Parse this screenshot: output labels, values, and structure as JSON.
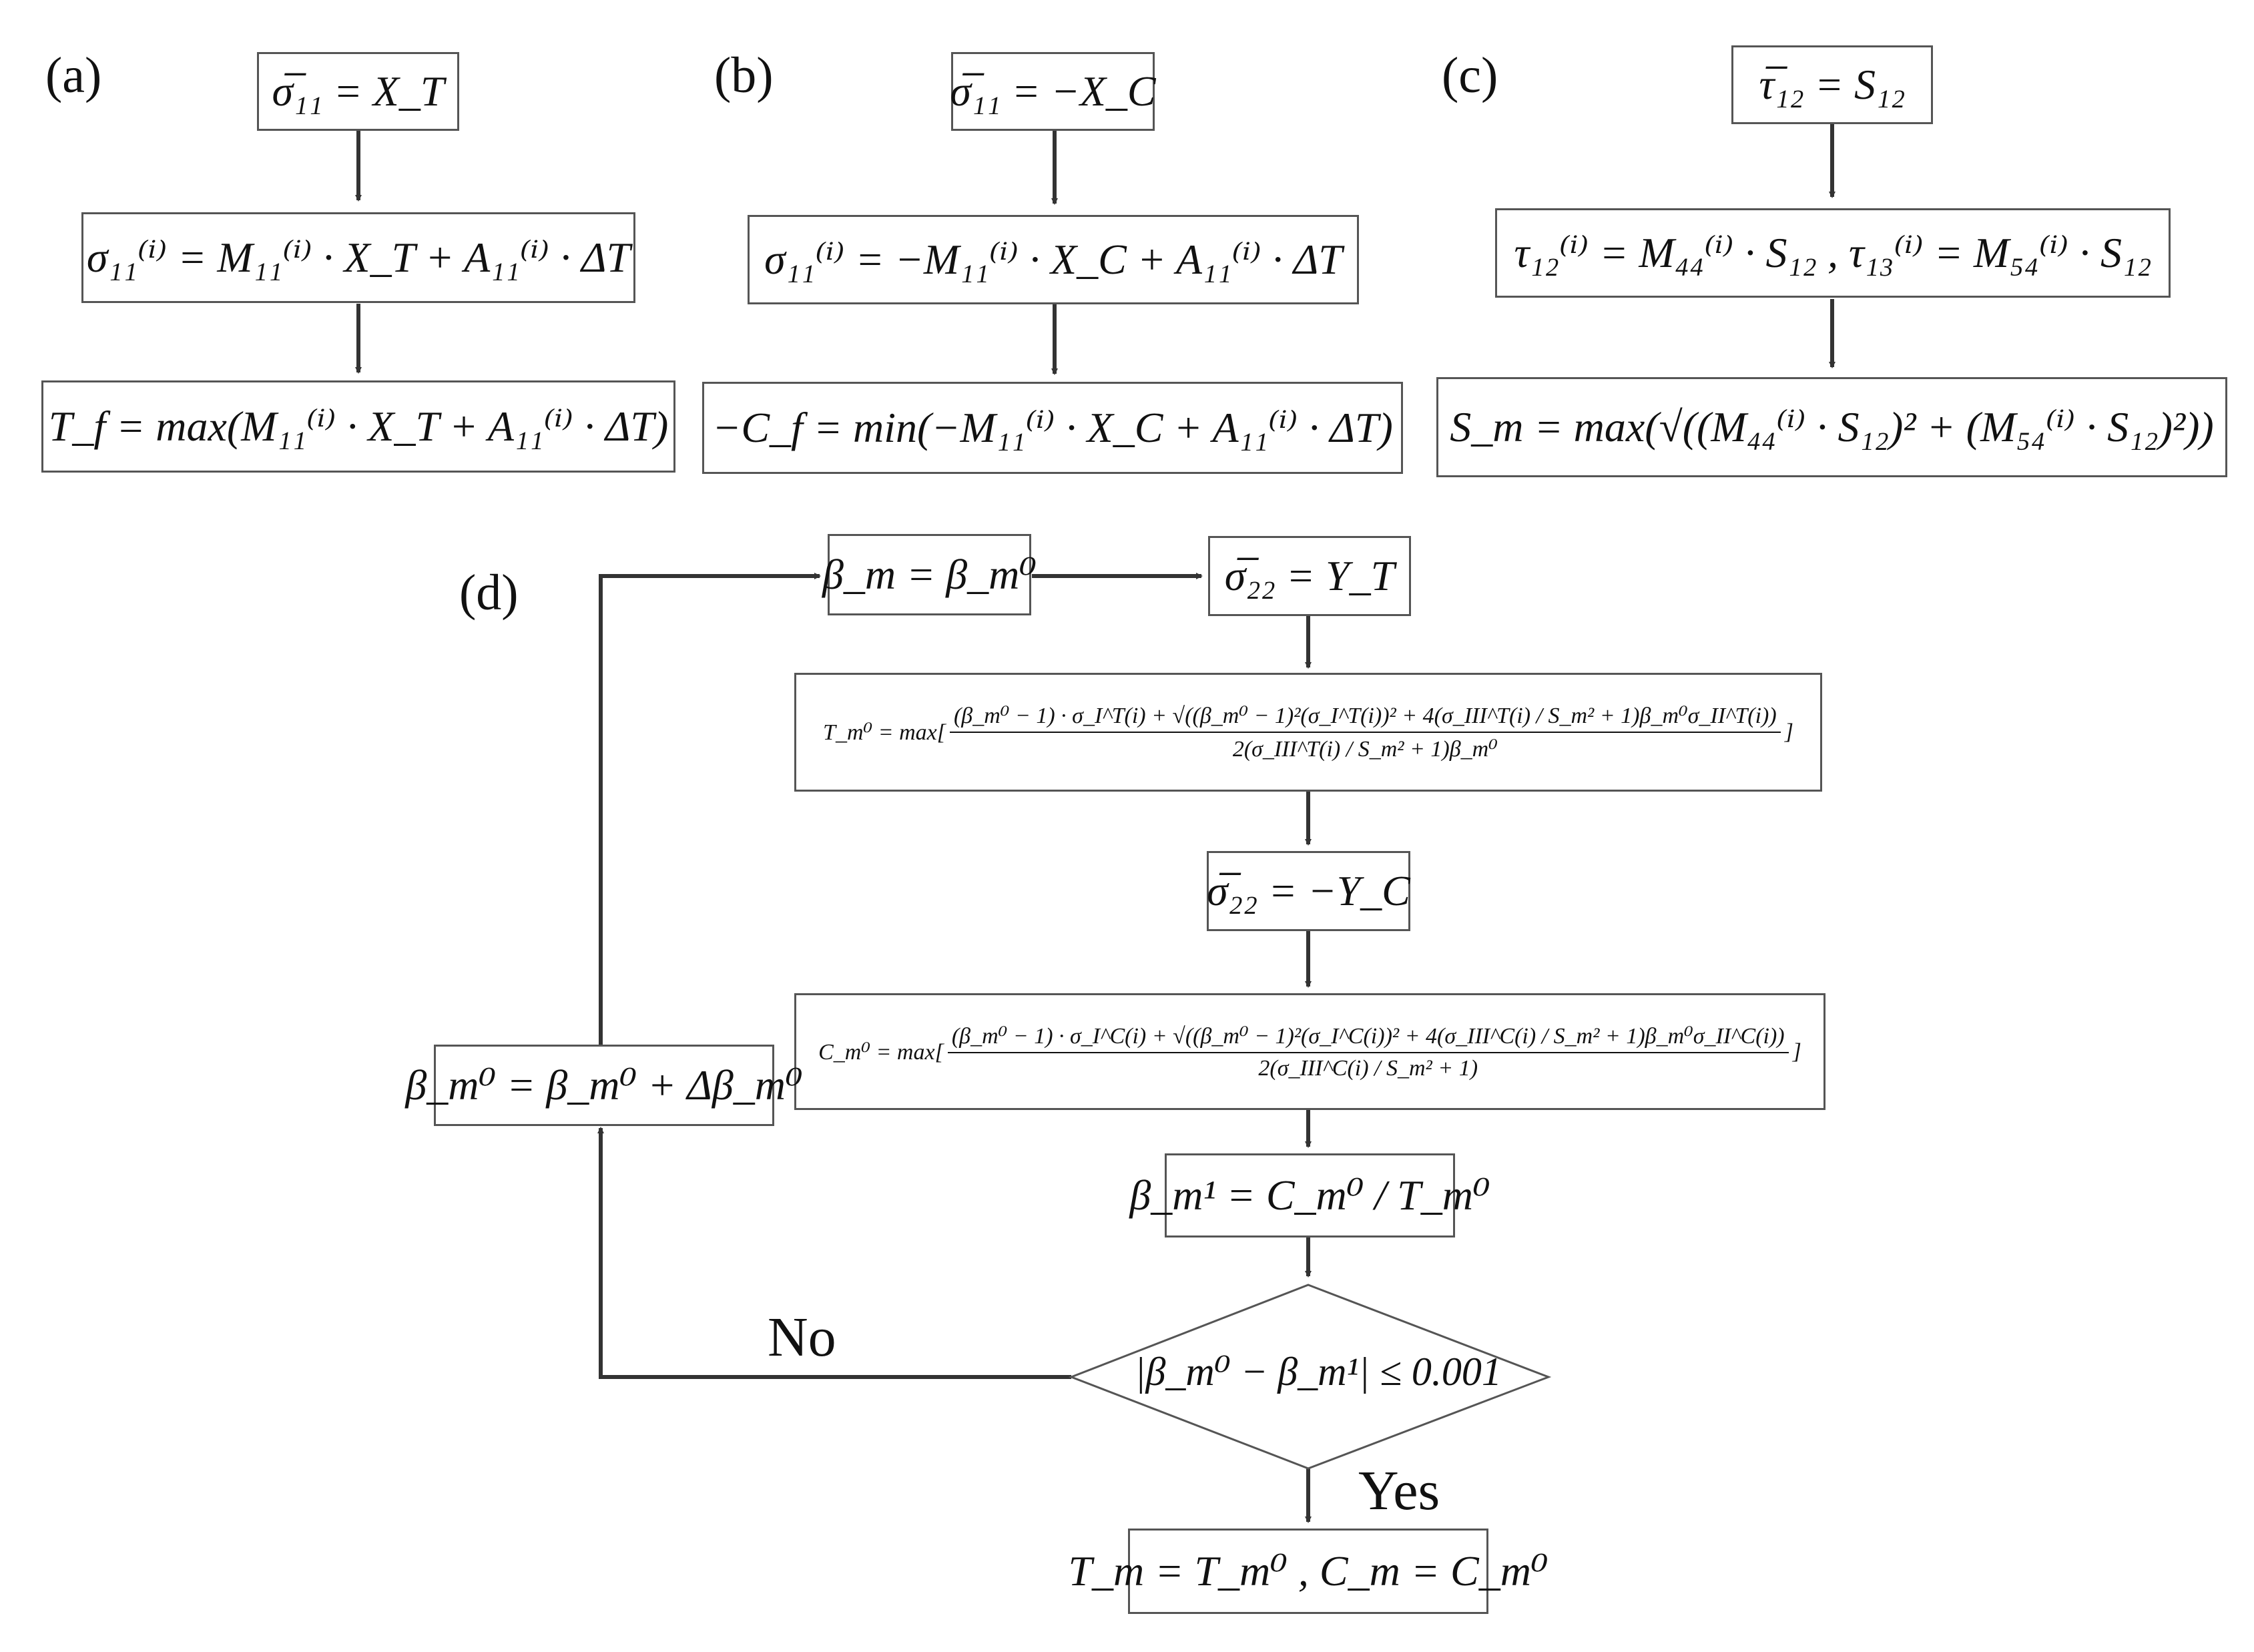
{
  "panels": {
    "a": {
      "label": "(a)",
      "box1": "σ̅₁₁ = X_T",
      "box2": "σ₁₁⁽ⁱ⁾ = M₁₁⁽ⁱ⁾ · X_T + A₁₁⁽ⁱ⁾ · ΔT",
      "box3": "T_f = max(M₁₁⁽ⁱ⁾ · X_T + A₁₁⁽ⁱ⁾ · ΔT)"
    },
    "b": {
      "label": "(b)",
      "box1": "σ̅₁₁ = −X_C",
      "box2": "σ₁₁⁽ⁱ⁾ = −M₁₁⁽ⁱ⁾ · X_C + A₁₁⁽ⁱ⁾ · ΔT",
      "box3": "−C_f = min(−M₁₁⁽ⁱ⁾ · X_C + A₁₁⁽ⁱ⁾ · ΔT)"
    },
    "c": {
      "label": "(c)",
      "box1": "τ̅₁₂ = S₁₂",
      "box2": "τ₁₂⁽ⁱ⁾ = M₄₄⁽ⁱ⁾ · S₁₂ , τ₁₃⁽ⁱ⁾ = M₅₄⁽ⁱ⁾ · S₁₂",
      "box3": "S_m = max(√((M₄₄⁽ⁱ⁾ · S₁₂)² + (M₅₄⁽ⁱ⁾ · S₁₂)²))"
    },
    "d": {
      "label": "(d)",
      "init": "β_m = β_m⁰",
      "sigma_t": "σ̅₂₂ = Y_T",
      "tm_prefix": "T_m⁰ = max[",
      "tm_num": "(β_m⁰ − 1) · σ_I^T(i) + √((β_m⁰ − 1)²(σ_I^T(i))² + 4(σ_III^T(i) / S_m² + 1)β_m⁰σ_II^T(i))",
      "tm_den": "2(σ_III^T(i) / S_m² + 1)β_m⁰",
      "tm_suffix": "]",
      "sigma_c": "σ̅₂₂ = −Y_C",
      "cm_prefix": "C_m⁰ = max[",
      "cm_num": "(β_m⁰ − 1) · σ_I^C(i) + √((β_m⁰ − 1)²(σ_I^C(i))² + 4(σ_III^C(i) / S_m² + 1)β_m⁰σ_II^C(i))",
      "cm_den": "2(σ_III^C(i) / S_m² + 1)",
      "cm_suffix": "]",
      "ratio": "β_m¹ = C_m⁰ / T_m⁰",
      "decision": "|β_m⁰ − β_m¹| ≤ 0.001",
      "update": "β_m⁰ = β_m⁰ + Δβ_m⁰",
      "result": "T_m = T_m⁰ , C_m = C_m⁰",
      "no_label": "No",
      "yes_label": "Yes"
    }
  }
}
